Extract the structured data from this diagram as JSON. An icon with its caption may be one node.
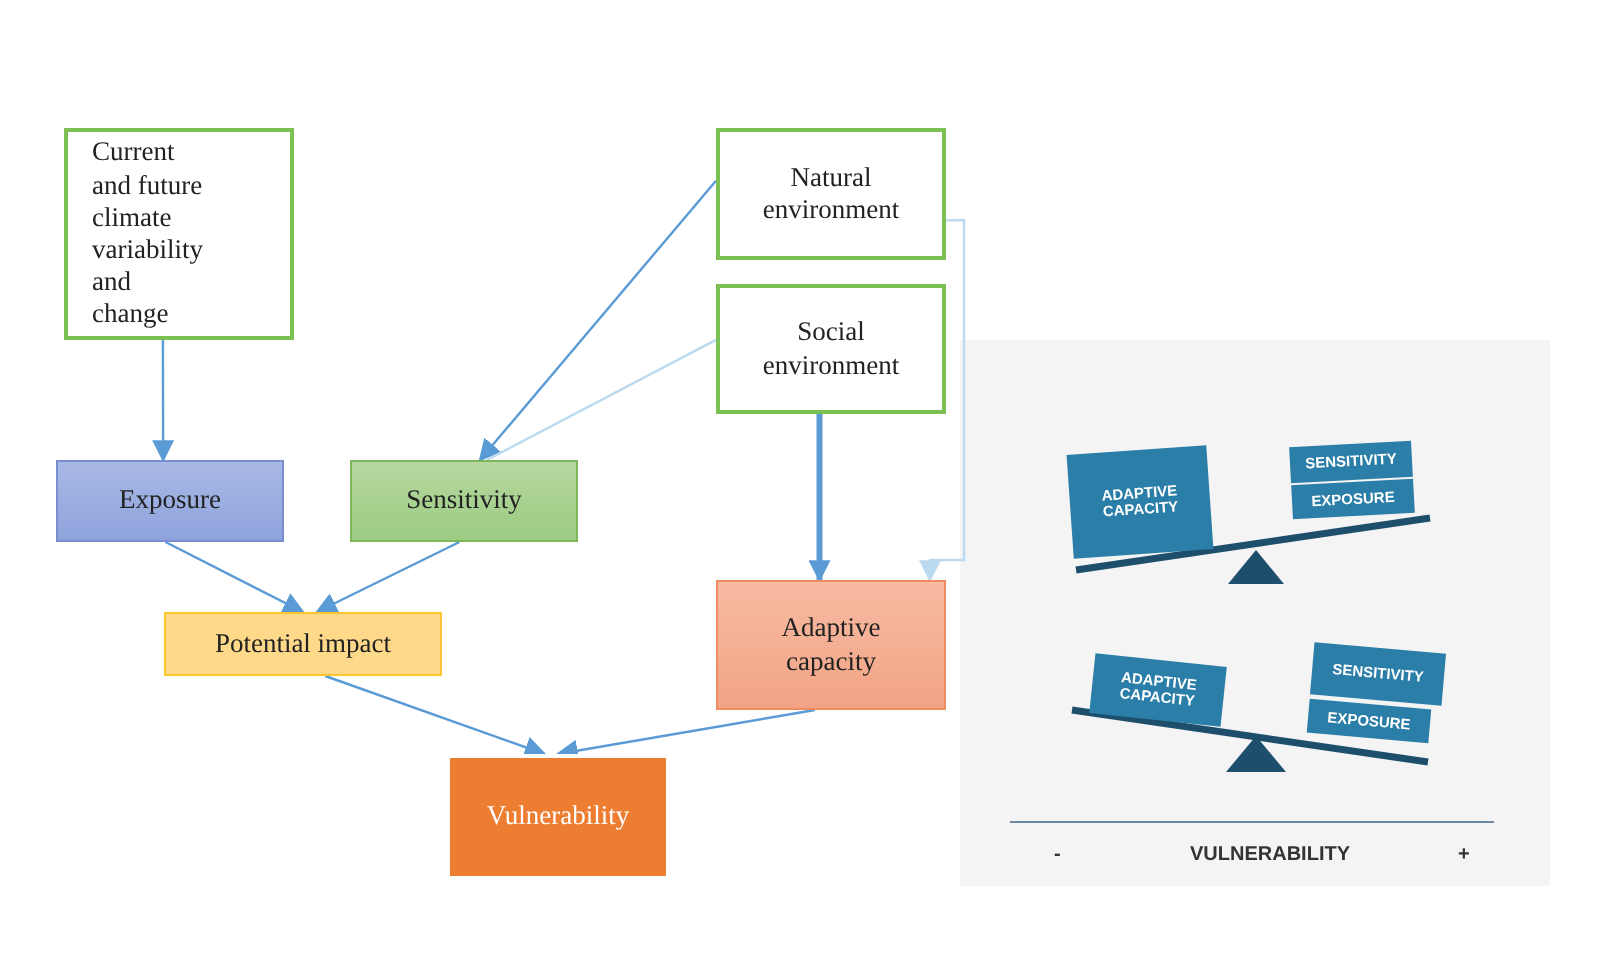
{
  "diagram": {
    "nodes": [
      {
        "text": [
          "Current and future climate variability and change"
        ]
      },
      {
        "text": [
          "Natural environment"
        ]
      },
      {
        "text": [
          "Social environment"
        ]
      },
      {
        "text": [
          "Exposure"
        ]
      },
      {
        "text": [
          "Sensitivity"
        ]
      },
      {
        "text": [
          "Potential impact"
        ]
      },
      {
        "text": [
          "Adaptive capacity"
        ]
      },
      {
        "text": [
          "Vulnerability"
        ]
      },
      {
        "text": [
          "ADAPTIVE CAPACITY"
        ]
      },
      {
        "text": [
          "SENSITIVITY"
        ]
      },
      {
        "text": [
          "EXPOSURE"
        ]
      },
      {
        "text": [
          "ADAPTIVE CAPACITY"
        ]
      },
      {
        "text": [
          "SENSITIVITY"
        ]
      },
      {
        "text": [
          "EXPOSURE"
        ]
      }
    ],
    "edges": [
      {
        "from": 0,
        "to": 3,
        "arrow": "to"
      },
      {
        "from": 1,
        "to": 4,
        "arrow": "to"
      },
      {
        "from": 2,
        "to": 4,
        "arrow": "none",
        "color": "#bcdaef"
      },
      {
        "from": 1,
        "to": 6,
        "arrow": "to",
        "color": "#bcdaef"
      },
      {
        "from": 2,
        "to": 6,
        "arrow": "to",
        "style": "thick"
      },
      {
        "from": 3,
        "to": 5,
        "arrow": "to"
      },
      {
        "from": 4,
        "to": 5,
        "arrow": "to"
      },
      {
        "from": 5,
        "to": 7,
        "arrow": "to"
      },
      {
        "from": 6,
        "to": 7,
        "arrow": "to"
      }
    ],
    "labels": [
      "-",
      "VULNERABILITY",
      "+"
    ]
  }
}
